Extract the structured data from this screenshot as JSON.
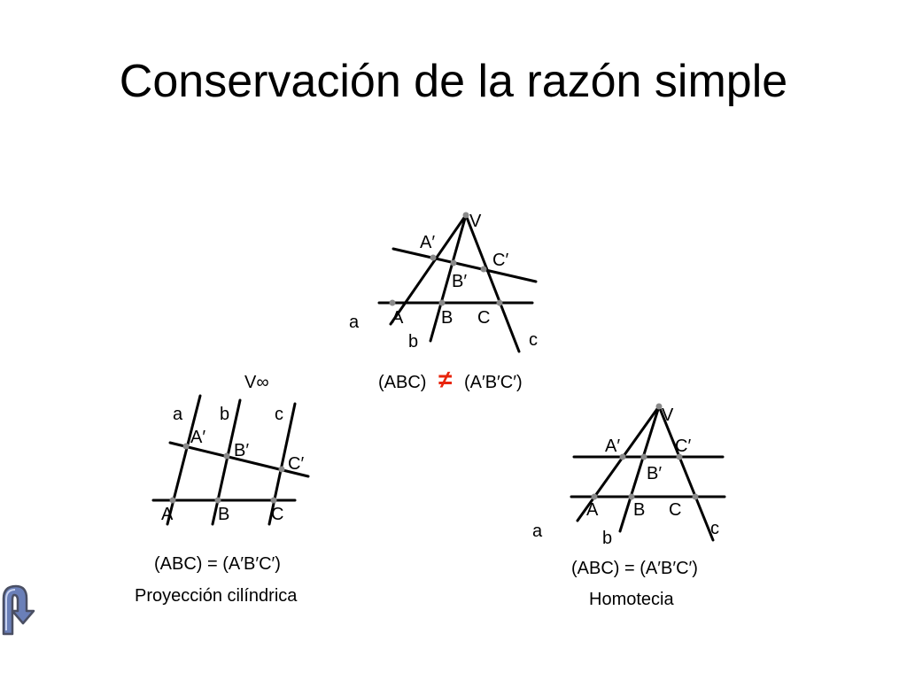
{
  "slide": {
    "title": "Conservación de la razón simple"
  },
  "diagram_top": {
    "vertex": "V",
    "points_top": [
      "A′",
      "B′",
      "C′"
    ],
    "points_bottom": [
      "A",
      "B",
      "C"
    ],
    "rays": [
      "a",
      "b",
      "c"
    ],
    "formula_left": "(ABC)",
    "formula_symbol": "≠",
    "formula_right": "(A′B′C′)",
    "symbol_color": "#e8250c"
  },
  "diagram_left": {
    "vertex": "V∞",
    "points_top": [
      "A′",
      "B′",
      "C′"
    ],
    "points_bottom": [
      "A",
      "B",
      "C"
    ],
    "rays": [
      "a",
      "b",
      "c"
    ],
    "formula": "(ABC) = (A′B′C′)",
    "caption": "Proyección cilíndrica"
  },
  "diagram_right": {
    "vertex": "V",
    "points_top": [
      "A′",
      "B′",
      "C′"
    ],
    "points_bottom": [
      "A",
      "B",
      "C"
    ],
    "rays": [
      "a",
      "b",
      "c"
    ],
    "formula": "(ABC) = (A′B′C′)",
    "caption": "Homotecia"
  },
  "colors": {
    "nav_fill": "#6a7fb8",
    "nav_stroke": "#4a4f63"
  },
  "icons": {
    "nav": "return-arrow-icon"
  }
}
